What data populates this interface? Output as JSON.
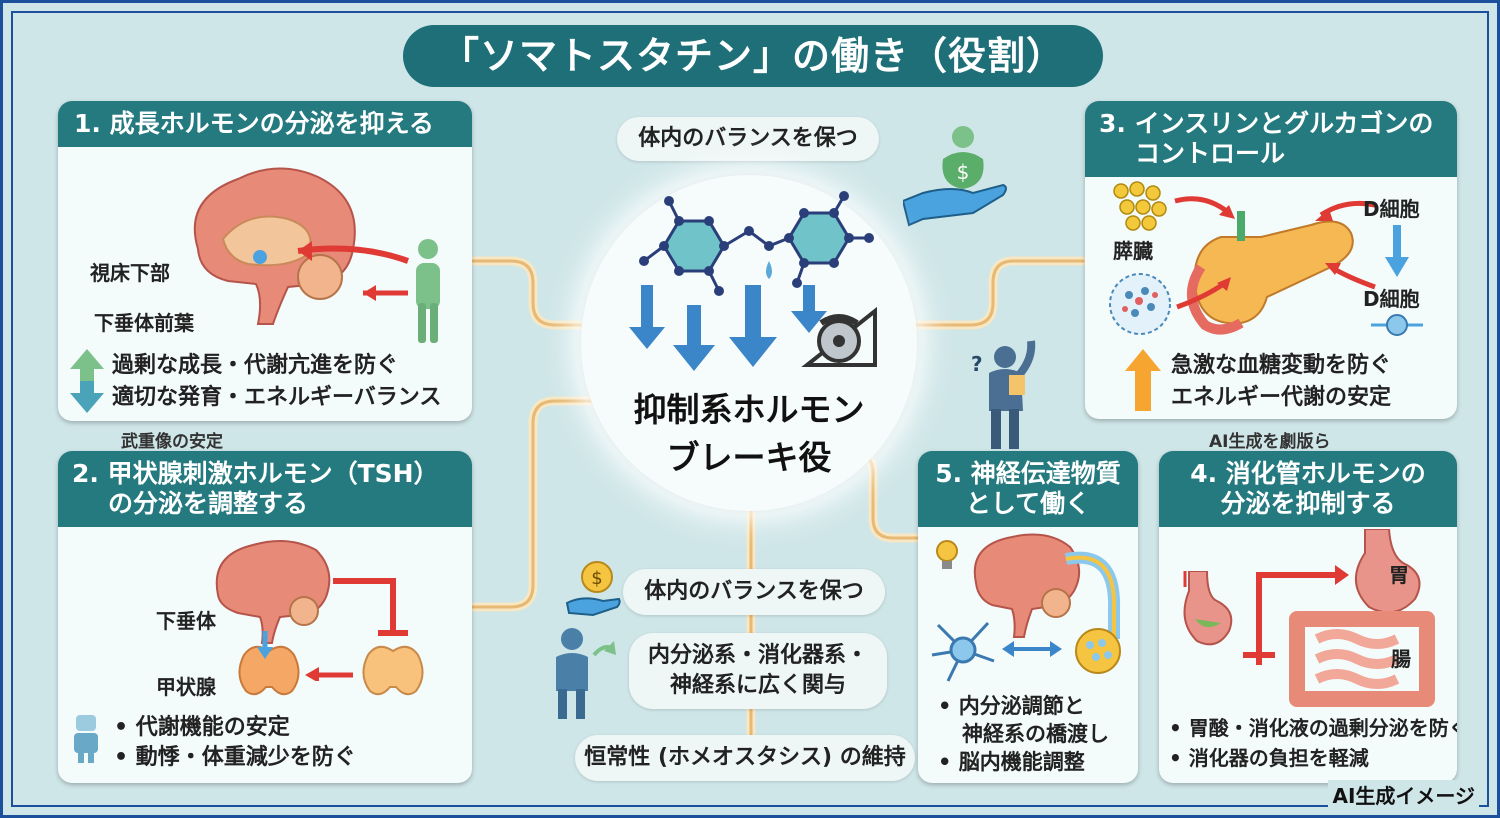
{
  "title": "「ソマトスタチン」の働き（役割）",
  "center": {
    "line1": "抑制系ホルモン",
    "line2": "ブレーキ役",
    "top_pill": "体内のバランスを保つ"
  },
  "center_bottom": {
    "pill1": "体内のバランスを保つ",
    "pill2_line1": "内分泌系・消化器系・",
    "pill2_line2": "神経系に広く関与",
    "pill3": "恒常性 (ホメオスタシス) の維持"
  },
  "panel1": {
    "header": "1. 成長ホルモンの分泌を抑える",
    "label_hypothalamus": "視床下部",
    "label_pituitary": "下垂体前葉",
    "bullet1": "過剰な成長・代謝亢進を防ぐ",
    "bullet2": "適切な発育・エネルギーバランス",
    "stray": "武重像の安定"
  },
  "panel2": {
    "header_line1": "2. 甲状腺刺激ホルモン（TSH）",
    "header_line2": "の分泌を調整する",
    "label_pituitary": "下垂体",
    "label_thyroid": "甲状腺",
    "bullet1": "• 代謝機能の安定",
    "bullet2": "• 動悸・体重減少を防ぐ"
  },
  "panel3": {
    "header_line1": "3. インスリンとグルカゴンの",
    "header_line2": "コントロール",
    "label_pancreas": "膵臓",
    "label_d1": "D細胞",
    "label_d2": "D細胞",
    "bullet1": "急激な血糖変動を防ぐ",
    "bullet2": "エネルギー代謝の安定",
    "stray": "AI生成を劇版ら"
  },
  "panel4": {
    "header_line1": "4. 消化管ホルモンの",
    "header_line2": "分泌を抑制する",
    "label_stomach": "胃",
    "label_intestine": "腸",
    "bullet1": "• 胃酸・消化液の過剰分泌を防ぐ",
    "bullet2": "• 消化器の負担を軽減"
  },
  "panel5": {
    "header_line1": "5. 神経伝達物質",
    "header_line2": "として働く",
    "bullet1": "• 内分泌調節と",
    "bullet2": "神経系の橋渡し",
    "bullet3": "• 脳内機能調整"
  },
  "footer": "AI生成イメージ",
  "colors": {
    "teal_header": "#247a7f",
    "title_bg": "#1e6f78",
    "background": "#cfe6e8",
    "frame": "#1c4f9c",
    "arrow_red": "#e03a35",
    "glow_line": "#f3d9a0"
  },
  "icons": [
    "brain-icon",
    "person-icon",
    "hand-money-icon",
    "molecule-icon",
    "down-arrows-icon",
    "brake-icon",
    "pancreas-icon",
    "stomach-icon",
    "intestine-icon",
    "neuron-icon",
    "thyroid-icon",
    "lightbulb-icon",
    "question-icon",
    "coin-icon"
  ]
}
